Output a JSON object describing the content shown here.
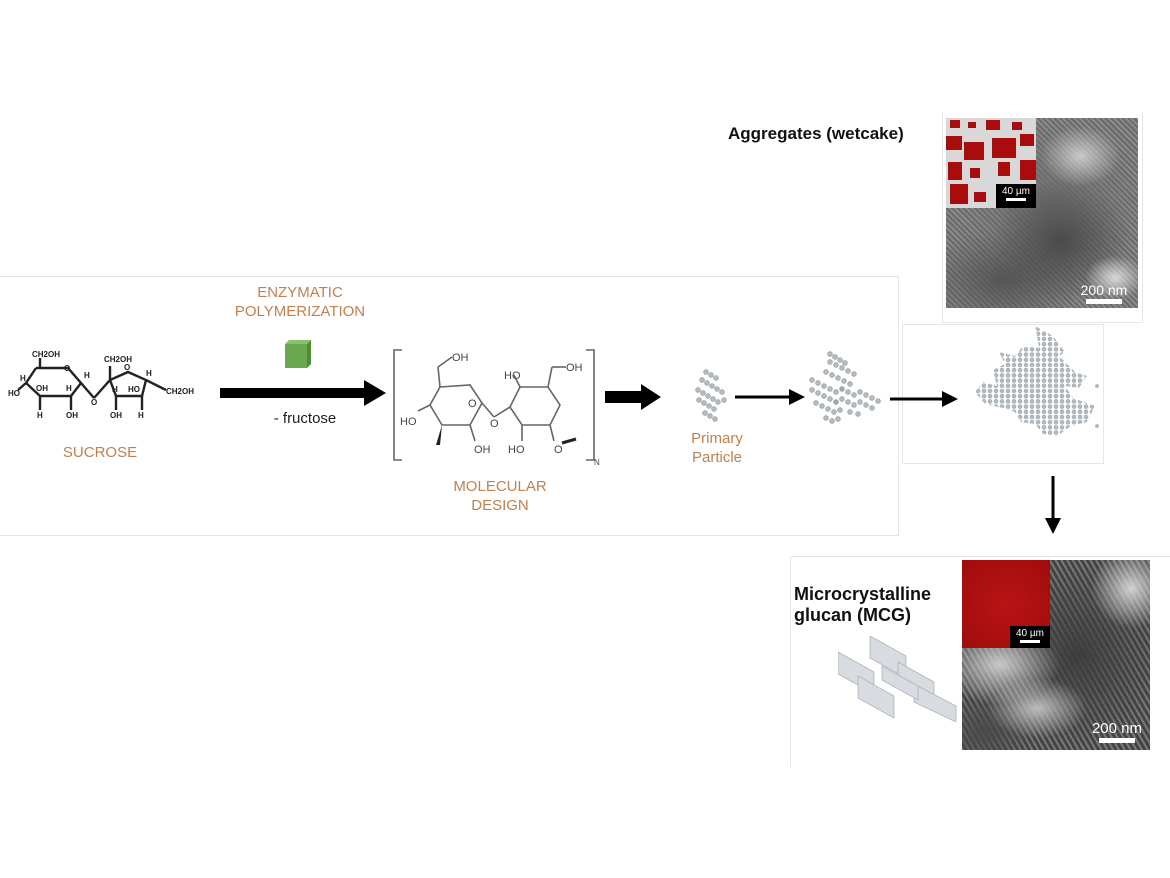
{
  "diagram": {
    "title": "Enzymatic polymerization of sucrose to microcrystalline glucan",
    "steps": {
      "sucrose": {
        "label": "SUCROSE",
        "molecule": {
          "ring1_groups": [
            "CH2OH",
            "O",
            "H",
            "H",
            "OH",
            "H",
            "HO",
            "H",
            "OH"
          ],
          "ring2_groups": [
            "CH2OH",
            "O",
            "H",
            "HO",
            "H",
            "CH2OH",
            "OH",
            "H"
          ],
          "linker": "O"
        }
      },
      "reaction": {
        "label_line1": "ENZYMATIC",
        "label_line2": "POLYMERIZATION",
        "byproduct": "- fructose",
        "enzyme_icon": "green-cube-icon"
      },
      "molecular_design": {
        "label_line1": "MOLECULAR",
        "label_line2": "DESIGN",
        "repeat_subscript": "N",
        "groups": [
          "OH",
          "HO",
          "OH",
          "HO",
          "OH",
          "HO",
          "O",
          "O",
          "O"
        ]
      },
      "primary_particle": {
        "label_line1": "Primary",
        "label_line2": "Particle"
      },
      "aggregates": {
        "label": "Aggregates (wetcake)",
        "inset_scale": "40 µm",
        "main_scale": "200 nm"
      },
      "mcg": {
        "label_line1": "Microcrystalline",
        "label_line2": "glucan (MCG)",
        "inset_scale": "40 µm",
        "main_scale": "200 nm"
      }
    },
    "colors": {
      "accent_label": "#c0804f",
      "arrow": "#000000",
      "enzyme_cube": "#6aa84f",
      "particle": "#aab4bb",
      "confocal_red": "#b01010"
    }
  }
}
